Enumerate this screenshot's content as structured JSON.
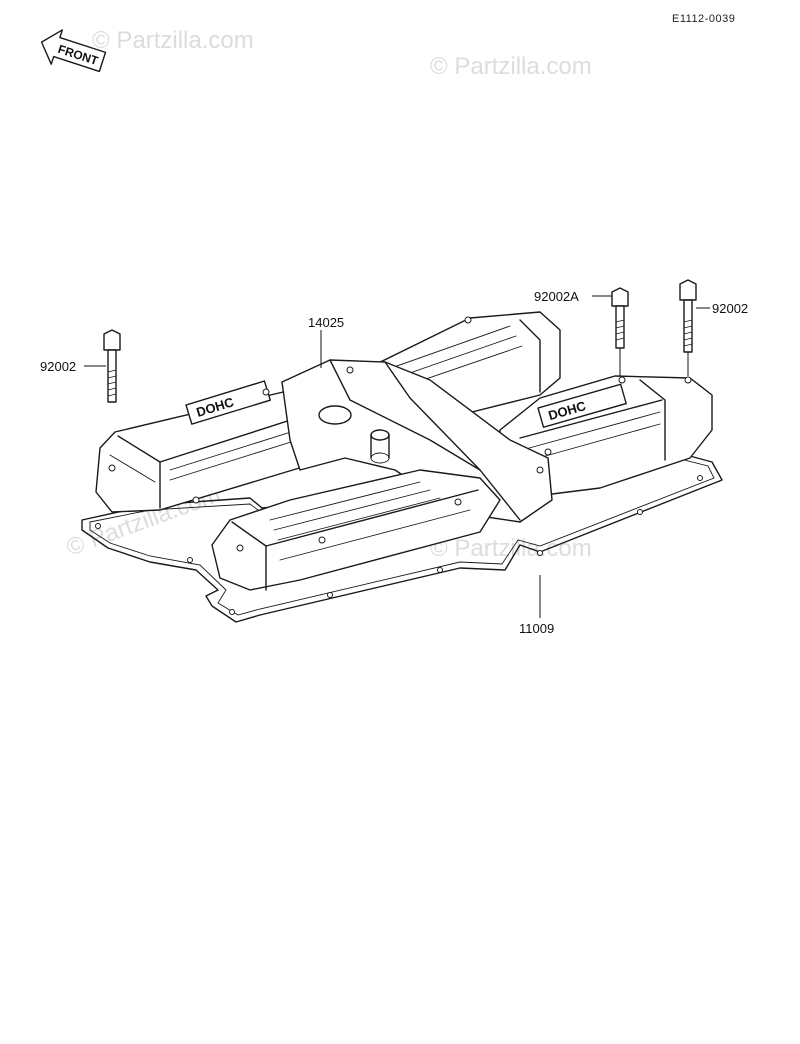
{
  "diagram_code": "E1112-0039",
  "front_label": "FRONT",
  "watermark": "© Partzilla.com",
  "parts": {
    "cover_bolt_left": "92002",
    "cover_bolt_right": "92002",
    "cover_bolt_a": "92002A",
    "head_cover": "14025",
    "gasket": "11009"
  },
  "cover_logo": "DOHC"
}
